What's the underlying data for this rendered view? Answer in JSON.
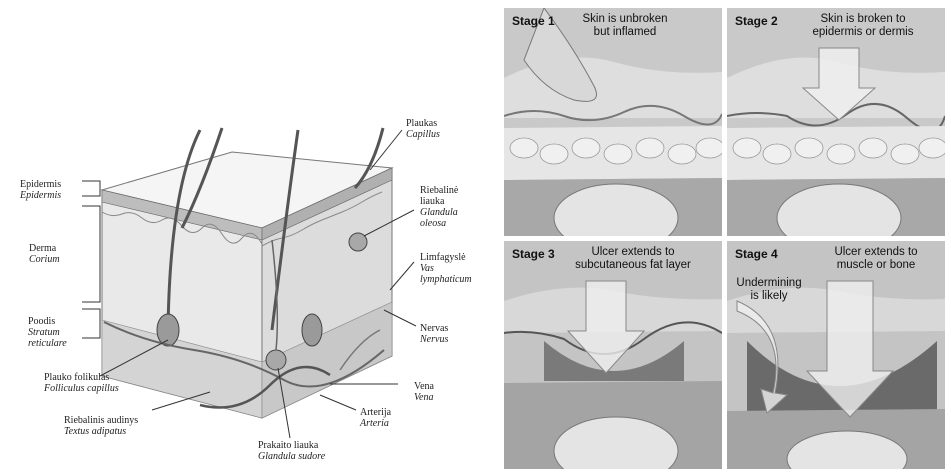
{
  "anatomy": {
    "epidermis": {
      "name": "Epidermis",
      "latin": "Epidermis"
    },
    "derma": {
      "name": "Derma",
      "latin": "Corium"
    },
    "poodis": {
      "name": "Poodis",
      "latin1": "Stratum",
      "latin2": "reticulare"
    },
    "plauko_folikulas": {
      "name": "Plauko folikulas",
      "latin": "Folliculus capillus"
    },
    "riebalinis_audinys": {
      "name": "Riebalinis audinys",
      "latin": "Textus adipatus"
    },
    "prakaito_liauka": {
      "name": "Prakaito liauka",
      "latin": "Glandula sudore"
    },
    "arterija": {
      "name": "Arterija",
      "latin": "Arteria"
    },
    "vena": {
      "name": "Vena",
      "latin": "Vena"
    },
    "nervas": {
      "name": "Nervas",
      "latin": "Nervus"
    },
    "limfagysle": {
      "name": "Limfagyslė",
      "latin1": "Vas",
      "latin2": "lymphaticum"
    },
    "riebaline_liauka": {
      "name1": "Riebalinė",
      "name2": "liauka",
      "latin1": "Glandula",
      "latin2": "oleosa"
    },
    "plaukas": {
      "name": "Plaukas",
      "latin": "Capillus"
    }
  },
  "stages": [
    {
      "title": "Stage 1",
      "line1": "Skin is unbroken",
      "line2": "but inflamed"
    },
    {
      "title": "Stage 2",
      "line1": "Skin is broken to",
      "line2": "epidermis or dermis"
    },
    {
      "title": "Stage 3",
      "line1": "Ulcer extends to",
      "line2": "subcutaneous fat layer"
    },
    {
      "title": "Stage 4",
      "line1": "Ulcer extends to",
      "line2": "muscle or bone",
      "note1": "Undermining",
      "note2": "is likely"
    }
  ]
}
